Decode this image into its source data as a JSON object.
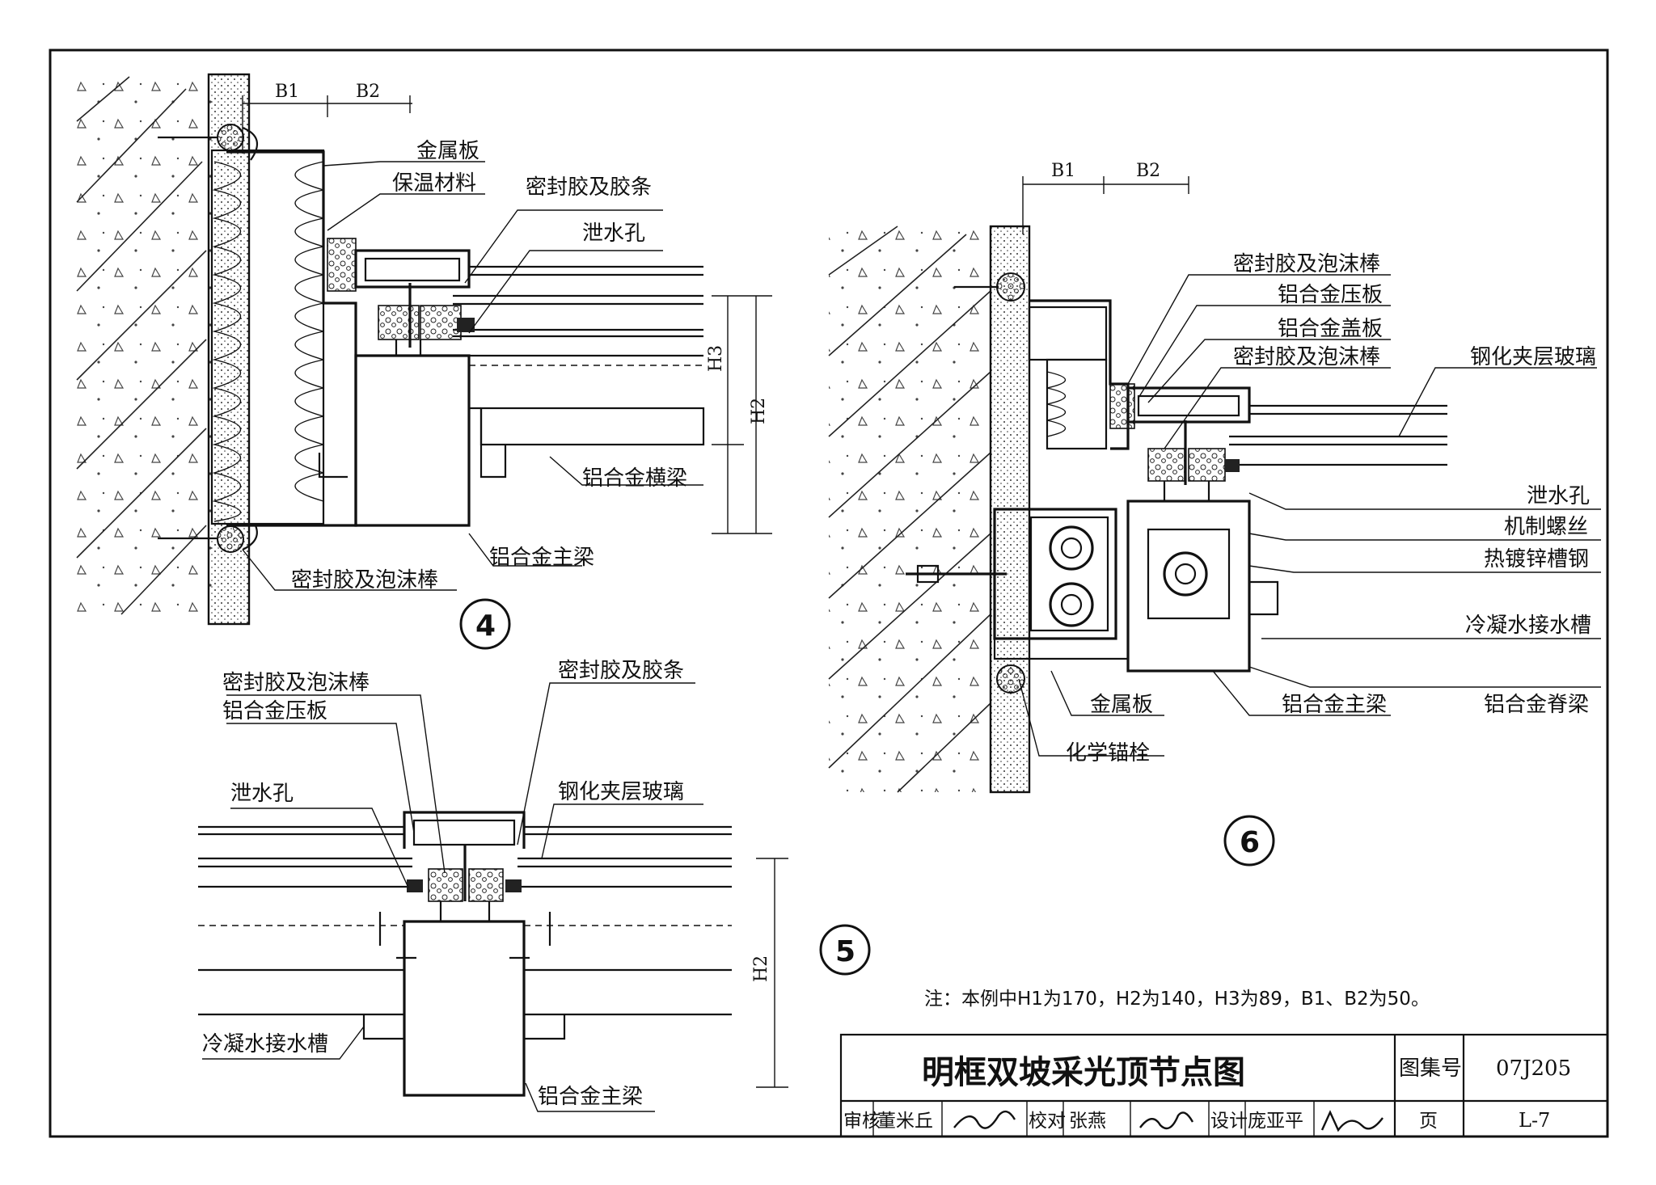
{
  "details": {
    "d4": {
      "number": "4",
      "dims": {
        "b1": "B1",
        "b2": "B2",
        "h3": "H3",
        "h2": "H2"
      },
      "labels": {
        "metal_plate": "金属板",
        "insulation": "保温材料",
        "sealant_strip": "密封胶及胶条",
        "weep_hole": "泄水孔",
        "transom": "铝合金横梁",
        "main_beam": "铝合金主梁",
        "sealant_foam": "密封胶及泡沫棒"
      }
    },
    "d5": {
      "number": "5",
      "dims": {
        "h2": "H2"
      },
      "labels": {
        "sealant_foam": "密封胶及泡沫棒",
        "pressure_plate": "铝合金压板",
        "sealant_strip": "密封胶及胶条",
        "weep_hole": "泄水孔",
        "glass": "钢化夹层玻璃",
        "gutter": "冷凝水接水槽",
        "main_beam": "铝合金主梁"
      }
    },
    "d6": {
      "number": "6",
      "dims": {
        "b1": "B1",
        "b2": "B2"
      },
      "labels": {
        "sealant_foam_top": "密封胶及泡沫棒",
        "pressure_plate": "铝合金压板",
        "cover_plate": "铝合金盖板",
        "sealant_foam_2": "密封胶及泡沫棒",
        "glass": "钢化夹层玻璃",
        "weep_hole": "泄水孔",
        "screw": "机制螺丝",
        "channel": "热镀锌槽钢",
        "gutter": "冷凝水接水槽",
        "ridge_beam": "铝合金脊梁",
        "main_beam": "铝合金主梁",
        "metal_plate": "金属板",
        "anchor": "化学锚栓"
      }
    }
  },
  "note": "注：本例中H1为170，H2为140，H3为89，B1、B2为50。",
  "title_block": {
    "title": "明框双坡采光顶节点图",
    "atlas_label": "图集号",
    "atlas_no": "07J205",
    "review_label": "审核",
    "reviewer": "董米丘",
    "check_label": "校对",
    "checker": "张燕",
    "design_label": "设计",
    "designer": "庞亚平",
    "page_label": "页",
    "page_no": "L-7"
  }
}
